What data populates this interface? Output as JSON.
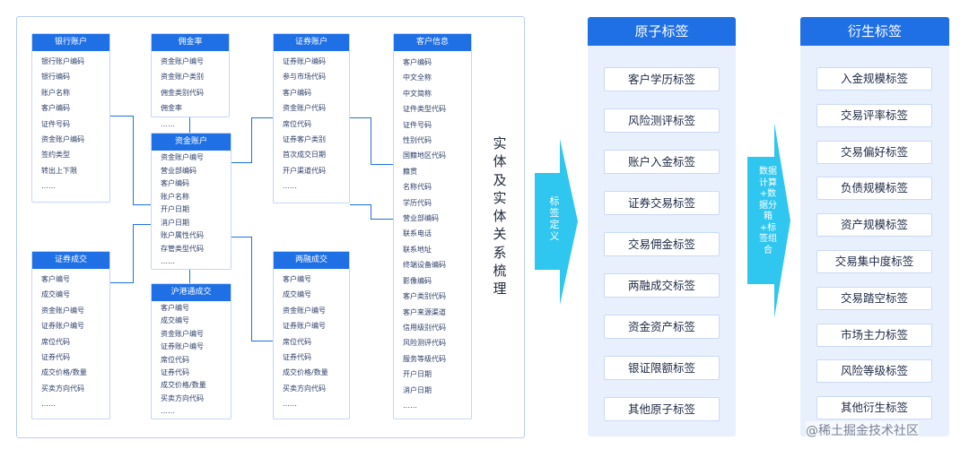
{
  "entities": [
    {
      "title": "银行账户",
      "fields": [
        "银行账户编码",
        "银行编码",
        "账户名称",
        "客户编码",
        "证件号码",
        "资金账户编码",
        "签约类型",
        "转出上下限",
        "……"
      ]
    },
    {
      "title": "佣金率",
      "fields": [
        "资金账户编号",
        "资金账户类别",
        "佣金类别代码",
        "佣金率",
        "……"
      ]
    },
    {
      "title": "资金账户",
      "fields": [
        "资金账户编号",
        "营业部编码",
        "客户编码",
        "账户名称",
        "开户日期",
        "消户日期",
        "账户属性代码",
        "存管类型代码",
        "……"
      ]
    },
    {
      "title": "证券账户",
      "fields": [
        "证券账户编码",
        "参与市场代码",
        "客户编码",
        "资金账户代码",
        "席位代码",
        "证券客户类别",
        "首次成交日期",
        "开户渠道代码",
        "……"
      ]
    },
    {
      "title": "客户信息",
      "fields": [
        "客户编码",
        "中文全称",
        "中文简称",
        "证件类型代码",
        "证件号码",
        "性别代码",
        "国籍地区代码",
        "籍贯",
        "名称代码",
        "学历代码",
        "营业部编码",
        "联系电话",
        "联系地址",
        "终端设备编码",
        "影像编码",
        "客户类别代码",
        "客户来源渠道",
        "信用级别代码",
        "风险测评代码",
        "服务等级代码",
        "开户日期",
        "消户日期",
        "……"
      ]
    },
    {
      "title": "证券成交",
      "fields": [
        "客户编号",
        "成交编号",
        "资金账户编号",
        "证券账户编号",
        "席位代码",
        "证券代码",
        "成交价格/数量",
        "买卖方向代码",
        "……"
      ]
    },
    {
      "title": "沪港通成交",
      "fields": [
        "客户编号",
        "成交编号",
        "资金账户编号",
        "证券账户编号",
        "席位代码",
        "证券代码",
        "成交价格/数量",
        "买卖方向代码",
        "……"
      ]
    },
    {
      "title": "两融成交",
      "fields": [
        "客户编号",
        "成交编号",
        "资金账户编号",
        "证券账户编号",
        "席位代码",
        "证券代码",
        "成交价格/数量",
        "买卖方向代码",
        "……"
      ]
    }
  ],
  "section_title": "实体及实体关系梳理",
  "arrow1_label": "标签定义",
  "arrow2_label": "数据计算+数据分箱+标签组合",
  "atomic_panel": {
    "title": "原子标签",
    "tags": [
      "客户学历标签",
      "风险测评标签",
      "账户入金标签",
      "证券交易标签",
      "交易佣金标签",
      "两融成交标签",
      "资金资产标签",
      "银证限额标签",
      "其他原子标签"
    ]
  },
  "derived_panel": {
    "title": "衍生标签",
    "tags": [
      "入金规模标签",
      "交易评率标签",
      "交易偏好标签",
      "负债规模标签",
      "资产规模标签",
      "交易集中度标签",
      "交易踏空标签",
      "市场主力标签",
      "风险等级标签",
      "其他衍生标签"
    ]
  },
  "watermark": "@稀土掘金技术社区",
  "colors": {
    "primary": "#1f6fe5",
    "panel_bg": "#e8f0fd",
    "arrow": "#2fc6ef"
  }
}
